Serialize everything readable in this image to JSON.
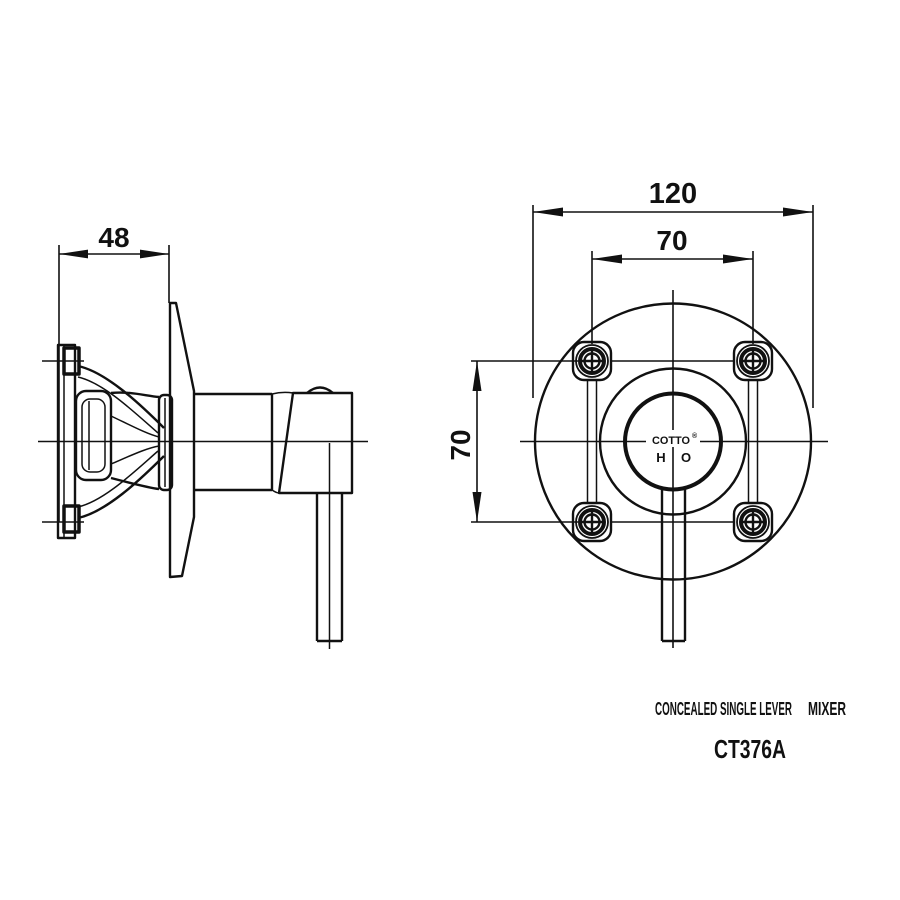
{
  "dimensions": {
    "depth": "48",
    "plate_diameter": "120",
    "hole_spacing_horizontal": "70",
    "hole_spacing_vertical": "70"
  },
  "plate_markings": {
    "brand": "COTTO",
    "registered_mark": "®",
    "hot_indicator": "H",
    "outlet_indicator": "O"
  },
  "caption": {
    "product_name": "CONCEALED SINGLE LEVER",
    "product_type": "MIXER",
    "model_code": "CT376A"
  },
  "colors": {
    "line": "#111111",
    "background": "#ffffff"
  }
}
